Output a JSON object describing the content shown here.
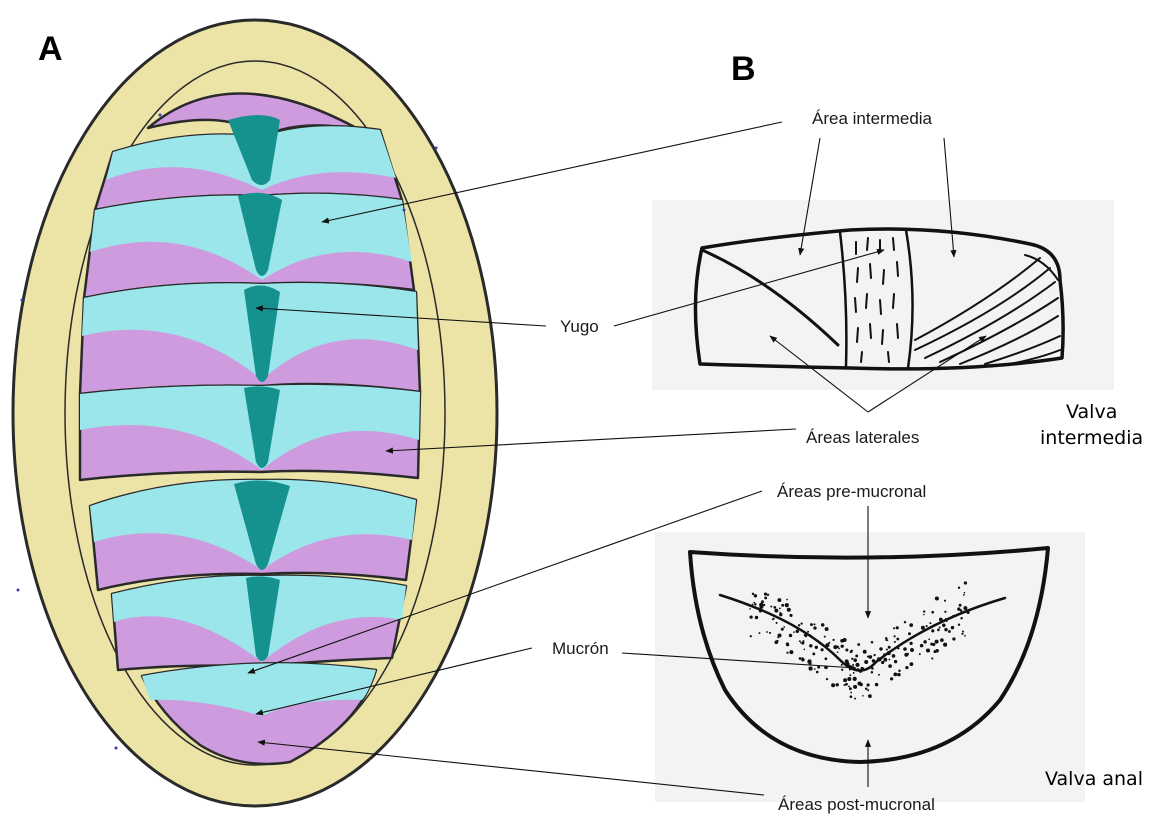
{
  "panels": {
    "a_label": "A",
    "b_label": "B"
  },
  "labels": {
    "area_intermedia": "Área intermedia",
    "yugo": "Yugo",
    "areas_laterales": "Áreas laterales",
    "areas_pre_mucronal": "Áreas pre-mucronal",
    "mucron": "Mucrón",
    "areas_post_mucronal": "Áreas post-mucronal"
  },
  "captions": {
    "valva_intermedia_line1": "Valva",
    "valva_intermedia_line2": "intermedia",
    "valva_anal": "Valva anal"
  },
  "colors": {
    "girdle": "#ECE4A6",
    "lateral_area": "#CE9CDE",
    "central_area": "#9AE6EA",
    "jugum": "#15918E",
    "outline": "#2A2A2A"
  }
}
